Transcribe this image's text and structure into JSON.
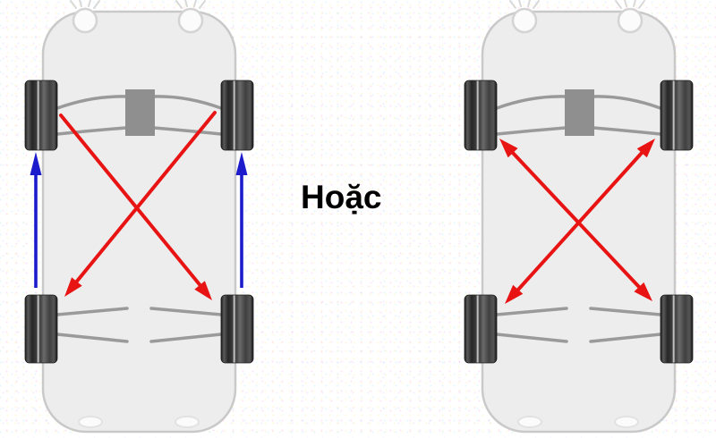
{
  "connector": {
    "label": "Hoặc"
  },
  "colors": {
    "arrow_red": "#e81414",
    "arrow_blue": "#1c1ccd"
  },
  "icons": {
    "left_car": "car-chassis-top-view",
    "right_car": "car-chassis-top-view",
    "left_red_arrows": "cross-front-to-opposite-rear-arrows",
    "left_blue_arrows": "straight-rear-to-front-arrows",
    "right_red_arrows": "double-headed-cross-arrows"
  }
}
